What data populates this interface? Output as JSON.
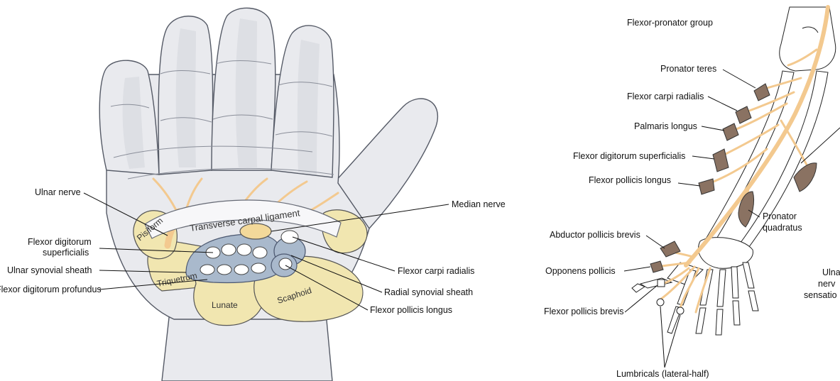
{
  "left_panel": {
    "ligament_label": "Transverse carpal ligament",
    "bone_labels": {
      "pisiform": "Pisiform",
      "triquetrum": "Triquetrum",
      "lunate": "Lunate",
      "scaphoid": "Scaphoid"
    },
    "labels": {
      "ulnar_nerve": "Ulnar nerve",
      "fds_line1": "Flexor digitorum",
      "fds_line2": "superficialis",
      "ulnar_synovial_sheath": "Ulnar synovial sheath",
      "fdp": "Flexor digitorum profundus",
      "median_nerve": "Median nerve",
      "flexor_carpi_radialis": "Flexor carpi radialis",
      "radial_synovial_sheath": "Radial synovial sheath",
      "flexor_pollicis_longus": "Flexor pollicis longus"
    }
  },
  "right_panel": {
    "group_title": "Flexor-pronator group",
    "labels": {
      "pronator_teres": "Pronator teres",
      "flexor_carpi_radialis": "Flexor carpi radialis",
      "palmaris_longus": "Palmaris longus",
      "flexor_digitorum_superficialis": "Flexor digitorum superficialis",
      "flexor_pollicis_longus": "Flexor pollicis longus",
      "pronator_quadratus_line1": "Pronator",
      "pronator_quadratus_line2": "quadratus",
      "abductor_pollicis_brevis": "Abductor pollicis brevis",
      "opponens_pollicis": "Opponens pollicis",
      "flexor_pollicis_brevis": "Flexor pollicis brevis",
      "lumbricals": "Lumbricals (lateral-half)",
      "cut_line1": "Ulna",
      "cut_line2": "nerv",
      "cut_line3": "sensatio"
    }
  },
  "colors": {
    "nerve": "#f3c98f",
    "bone": "#f1e6b0",
    "sheath": "#a9b9cc",
    "skin": "#e9eaee",
    "muscle": "#8a7262"
  }
}
